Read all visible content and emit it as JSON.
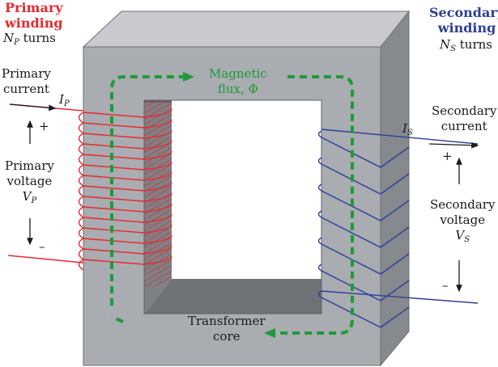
{
  "primary": {
    "heading_line1": "Primary",
    "heading_line2": "winding",
    "turns_symbol": "N",
    "turns_subscript": "P",
    "turns_word": "turns",
    "current_line1": "Primary",
    "current_line2": "current",
    "current_symbol": "I",
    "current_subscript": "P",
    "plus": "+",
    "minus": "–",
    "voltage_line1": "Primary",
    "voltage_line2": "voltage",
    "voltage_symbol": "V",
    "voltage_subscript": "P"
  },
  "secondary": {
    "heading_line1": "Secondary",
    "heading_line2": "winding",
    "turns_symbol": "N",
    "turns_subscript": "S",
    "turns_word": "turns",
    "current_symbol": "I",
    "current_subscript": "S",
    "current_line1": "Secondary",
    "current_line2": "current",
    "plus": "+",
    "minus": "–",
    "voltage_line1": "Secondary",
    "voltage_line2": "voltage",
    "voltage_symbol": "V",
    "voltage_subscript": "S"
  },
  "flux": {
    "line1": "Magnetic",
    "line2": "flux, Φ"
  },
  "core": {
    "line1": "Transformer",
    "line2": "core"
  },
  "colors": {
    "primary_winding": "#e8292e",
    "secondary_winding": "#2f3f9a",
    "flux_path": "#1e9a3a",
    "core_front": "#a9acb0",
    "core_top": "#c8cacd",
    "core_side": "#86898d",
    "core_inner_shadow": "#6f7276"
  }
}
